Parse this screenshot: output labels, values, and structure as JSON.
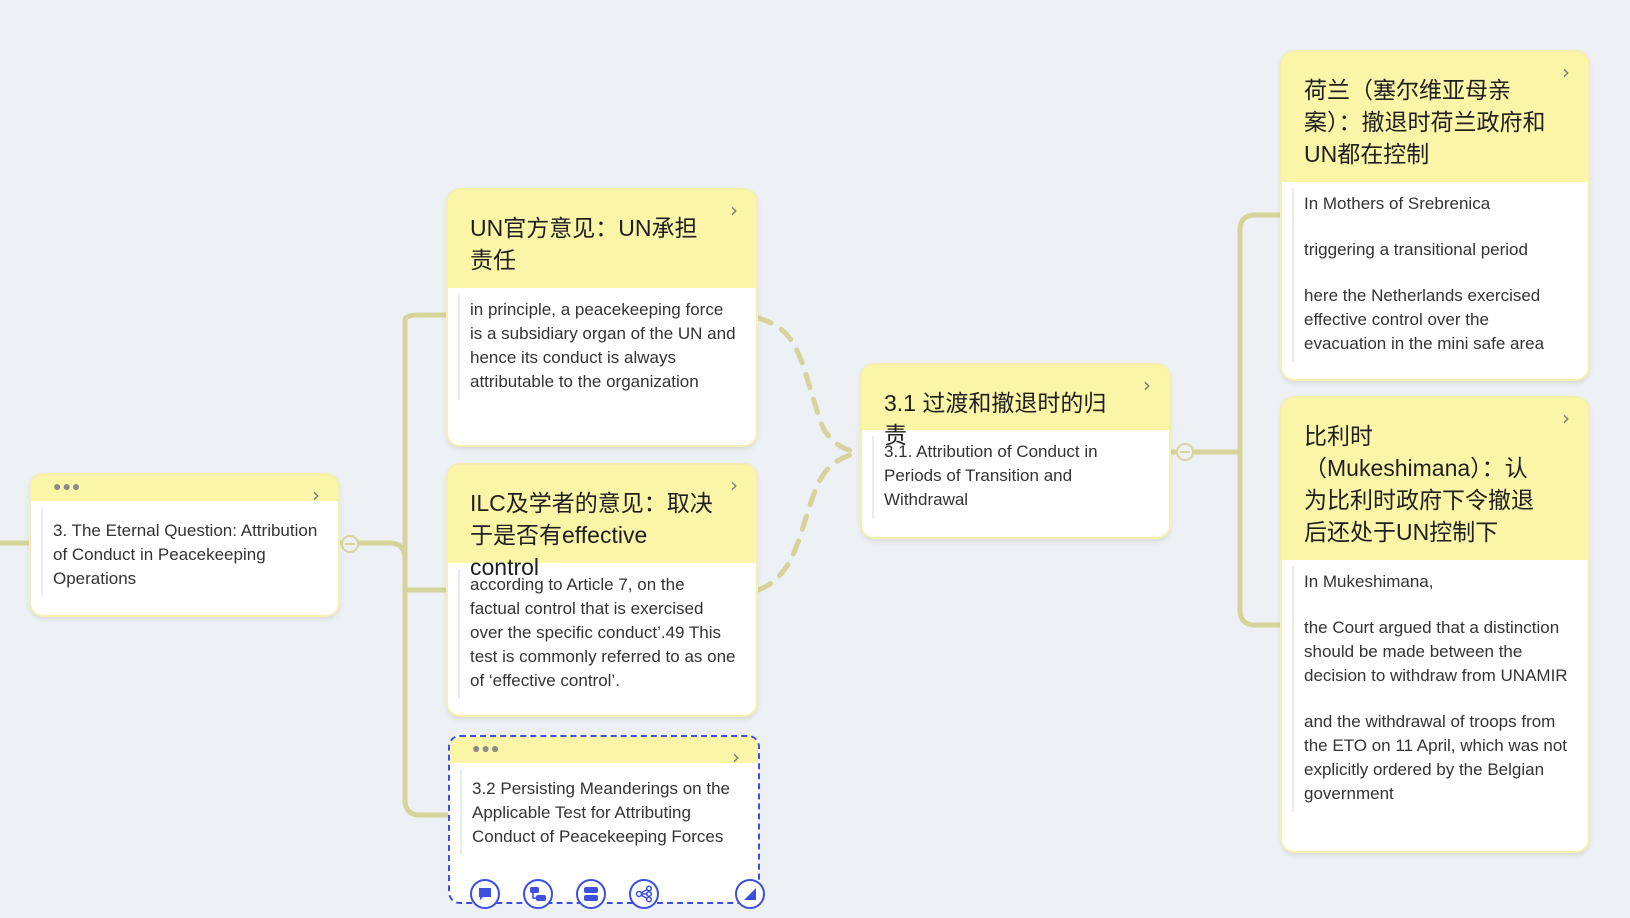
{
  "nodes": {
    "root": {
      "body": "3. The Eternal Question: Attribution of Conduct in Peacekeeping Operations"
    },
    "un_view": {
      "title": "UN官方意见：UN承担责任",
      "paragraphs": [
        "in principle, a peacekeeping force is a subsidiary organ of the UN and hence its conduct is always attributable to the organization"
      ]
    },
    "ilc_view": {
      "title": "ILC及学者的意见：取决于是否有effective control",
      "paragraphs": [
        "according to Article 7, on the factual control that is exercised over the specific conduct’.49 This test is commonly referred to as one of ‘effective control’."
      ]
    },
    "section_3_2": {
      "body": "3.2 Persisting Meanderings on the Applicable Test for Attributing Conduct of Peacekeeping Forces"
    },
    "section_3_1": {
      "title": "3.1 过渡和撤退时的归责",
      "paragraphs": [
        "3.1. Attribution of Conduct in Periods of Transition and Withdrawal"
      ]
    },
    "netherlands": {
      "title": "荷兰（塞尔维亚母亲案）：撤退时荷兰政府和UN都在控制",
      "paragraphs": [
        "In Mothers of Srebrenica",
        "triggering a transitional period",
        "here the Netherlands exercised effective control over the evacuation in the mini safe area"
      ]
    },
    "belgium": {
      "title": "比利时（Mukeshimana）：认为比利时政府下令撤退后还处于UN控制下",
      "paragraphs": [
        "In Mukeshimana,",
        "the Court argued that a distinction should be made between the decision to withdraw from UNAMIR",
        "and the withdrawal of troops from the ETO on 11 April, which was not explicitly ordered by the Belgian government"
      ]
    }
  },
  "toolbar": {
    "icons": [
      "comment-icon",
      "add-child-icon",
      "add-sibling-icon",
      "share-icon",
      "resize-icon"
    ]
  },
  "colors": {
    "connector": "#d6d49a",
    "card_head": "#fbf5a8",
    "selection": "#3b4fe0",
    "background": "#edf0f5"
  }
}
